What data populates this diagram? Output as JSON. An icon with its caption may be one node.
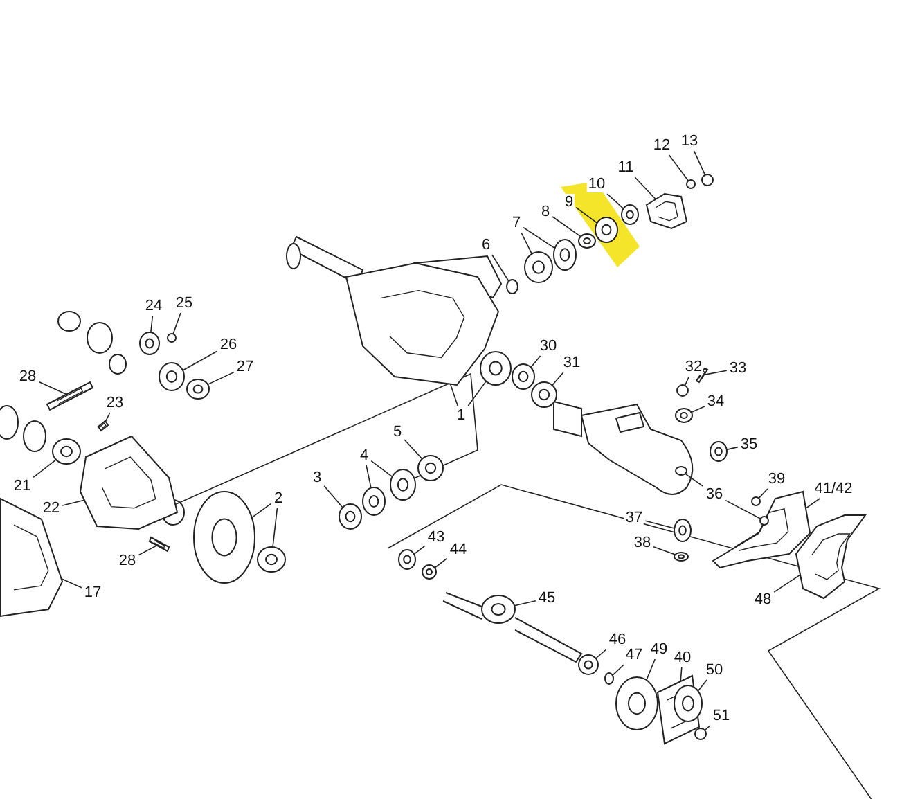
{
  "diagram": {
    "nodes": [
      {
        "text": [
          "13"
        ]
      },
      {
        "text": [
          "12"
        ]
      },
      {
        "text": [
          "11"
        ]
      },
      {
        "text": [
          "10"
        ]
      },
      {
        "text": [
          "9"
        ]
      },
      {
        "text": [
          "8"
        ]
      },
      {
        "text": [
          "7"
        ]
      },
      {
        "text": [
          "6"
        ]
      },
      {
        "text": [
          "24"
        ]
      },
      {
        "text": [
          "25"
        ]
      },
      {
        "text": [
          "26"
        ]
      },
      {
        "text": [
          "27"
        ]
      },
      {
        "text": [
          "28"
        ]
      },
      {
        "text": [
          "23"
        ]
      },
      {
        "text": [
          "30"
        ]
      },
      {
        "text": [
          "31"
        ]
      },
      {
        "text": [
          "32"
        ]
      },
      {
        "text": [
          "33"
        ]
      },
      {
        "text": [
          "34"
        ]
      },
      {
        "text": [
          "1"
        ]
      },
      {
        "text": [
          "5"
        ]
      },
      {
        "text": [
          "35"
        ]
      },
      {
        "text": [
          "4"
        ]
      },
      {
        "text": [
          "21"
        ]
      },
      {
        "text": [
          "22"
        ]
      },
      {
        "text": [
          "3"
        ]
      },
      {
        "text": [
          "2"
        ]
      },
      {
        "text": [
          "39"
        ]
      },
      {
        "text": [
          "41/42"
        ]
      },
      {
        "text": [
          "36"
        ]
      },
      {
        "text": [
          "37"
        ]
      },
      {
        "text": [
          "43"
        ]
      },
      {
        "text": [
          "38"
        ]
      },
      {
        "text": [
          "44"
        ]
      },
      {
        "text": [
          "28"
        ]
      },
      {
        "text": [
          "17"
        ]
      },
      {
        "text": [
          "45"
        ]
      },
      {
        "text": [
          "48"
        ]
      },
      {
        "text": [
          "46"
        ]
      },
      {
        "text": [
          "49"
        ]
      },
      {
        "text": [
          "47"
        ]
      },
      {
        "text": [
          "40"
        ]
      },
      {
        "text": [
          "50"
        ]
      },
      {
        "text": [
          "51"
        ]
      },
      {
        "text": [],
        "shape": "circle"
      },
      {
        "text": [],
        "shape": "circle"
      },
      {
        "text": [],
        "shape": "picture"
      },
      {
        "text": [],
        "shape": "circle"
      },
      {
        "text": [],
        "shape": "circle"
      },
      {
        "text": [],
        "shape": "circle"
      },
      {
        "text": [],
        "shape": "circle"
      },
      {
        "text": [],
        "shape": "circle"
      },
      {
        "text": [],
        "shape": "circle"
      },
      {
        "text": [],
        "shape": "circle"
      },
      {
        "text": [],
        "shape": "circle"
      },
      {
        "text": [],
        "shape": "circle"
      },
      {
        "text": [],
        "shape": "circle"
      },
      {
        "text": [],
        "shape": "picture"
      },
      {
        "text": [],
        "shape": "picture"
      },
      {
        "text": [],
        "shape": "circle"
      },
      {
        "text": [],
        "shape": "circle"
      },
      {
        "text": [],
        "shape": "circle"
      },
      {
        "text": [],
        "shape": "picture"
      },
      {
        "text": [],
        "shape": "circle"
      },
      {
        "text": [],
        "shape": "picture"
      },
      {
        "text": [],
        "shape": "circle"
      },
      {
        "text": [],
        "shape": "circle"
      },
      {
        "text": [],
        "shape": "circle"
      },
      {
        "text": [],
        "shape": "circle"
      },
      {
        "text": [],
        "shape": "circle"
      },
      {
        "text": [],
        "shape": "circle"
      },
      {
        "text": [],
        "shape": "picture"
      },
      {
        "text": [],
        "shape": "circle"
      },
      {
        "text": [],
        "shape": "circle"
      },
      {
        "text": [],
        "shape": "circle"
      },
      {
        "text": [],
        "shape": "circle"
      },
      {
        "text": [],
        "shape": "picture"
      },
      {
        "text": [],
        "shape": "circle"
      },
      {
        "text": [],
        "shape": "circle"
      },
      {
        "text": [],
        "shape": "circle"
      },
      {
        "text": [],
        "shape": "circle"
      },
      {
        "text": [],
        "shape": "circle"
      },
      {
        "text": [],
        "shape": "circle"
      },
      {
        "text": [],
        "shape": "picture"
      },
      {
        "text": [],
        "shape": "picture"
      },
      {
        "text": [],
        "shape": "circle"
      },
      {
        "text": [],
        "shape": "picture"
      },
      {
        "text": [],
        "shape": "circle"
      },
      {
        "text": [],
        "shape": "circle"
      },
      {
        "text": [],
        "shape": "circle"
      },
      {
        "text": [],
        "shape": "picture"
      },
      {
        "text": [],
        "shape": "circle"
      },
      {
        "text": [],
        "shape": "circle"
      }
    ],
    "edges": [
      {
        "from": 0,
        "to": 44,
        "arrow": "none"
      },
      {
        "from": 1,
        "to": 45,
        "arrow": "none"
      },
      {
        "from": 2,
        "to": 46,
        "arrow": "none"
      },
      {
        "from": 3,
        "to": 47,
        "arrow": "none"
      },
      {
        "from": 4,
        "to": 48,
        "arrow": "none"
      },
      {
        "from": 5,
        "to": 49,
        "arrow": "none"
      },
      {
        "from": 6,
        "to": 50,
        "arrow": "none"
      },
      {
        "from": 6,
        "to": 51,
        "arrow": "none"
      },
      {
        "from": 7,
        "to": 52,
        "arrow": "none"
      },
      {
        "from": 8,
        "to": 53,
        "arrow": "none"
      },
      {
        "from": 9,
        "to": 54,
        "arrow": "none"
      },
      {
        "from": 10,
        "to": 55,
        "arrow": "none"
      },
      {
        "from": 11,
        "to": 56,
        "arrow": "none"
      },
      {
        "from": 12,
        "to": 57,
        "arrow": "none"
      },
      {
        "from": 13,
        "to": 58,
        "arrow": "none"
      },
      {
        "from": 14,
        "to": 59,
        "arrow": "none"
      },
      {
        "from": 15,
        "to": 60,
        "arrow": "none"
      },
      {
        "from": 16,
        "to": 61,
        "arrow": "none"
      },
      {
        "from": 17,
        "to": 62,
        "arrow": "none"
      },
      {
        "from": 18,
        "to": 63,
        "arrow": "none"
      },
      {
        "from": 19,
        "to": 64,
        "arrow": "none"
      },
      {
        "from": 19,
        "to": 65,
        "arrow": "none"
      },
      {
        "from": 20,
        "to": 66,
        "arrow": "none"
      },
      {
        "from": 21,
        "to": 67,
        "arrow": "none"
      },
      {
        "from": 22,
        "to": 68,
        "arrow": "none"
      },
      {
        "from": 22,
        "to": 69,
        "arrow": "none"
      },
      {
        "from": 23,
        "to": 70,
        "arrow": "none"
      },
      {
        "from": 24,
        "to": 71,
        "arrow": "none"
      },
      {
        "from": 25,
        "to": 72,
        "arrow": "none"
      },
      {
        "from": 26,
        "to": 73,
        "arrow": "none"
      },
      {
        "from": 26,
        "to": 74,
        "arrow": "none"
      },
      {
        "from": 27,
        "to": 75,
        "arrow": "none"
      },
      {
        "from": 28,
        "to": 76,
        "arrow": "none"
      },
      {
        "from": 29,
        "to": 77,
        "arrow": "none"
      },
      {
        "from": 29,
        "to": 78,
        "arrow": "none"
      },
      {
        "from": 30,
        "to": 79,
        "arrow": "none"
      },
      {
        "from": 31,
        "to": 80,
        "arrow": "none"
      },
      {
        "from": 32,
        "to": 81,
        "arrow": "none"
      },
      {
        "from": 33,
        "to": 82,
        "arrow": "none"
      },
      {
        "from": 34,
        "to": 83,
        "arrow": "none"
      },
      {
        "from": 35,
        "to": 84,
        "arrow": "none"
      },
      {
        "from": 36,
        "to": 85,
        "arrow": "none"
      },
      {
        "from": 37,
        "to": 86,
        "arrow": "none"
      },
      {
        "from": 38,
        "to": 87,
        "arrow": "none"
      },
      {
        "from": 39,
        "to": 88,
        "arrow": "none"
      },
      {
        "from": 40,
        "to": 89,
        "arrow": "none"
      },
      {
        "from": 41,
        "to": 90,
        "arrow": "none"
      },
      {
        "from": 42,
        "to": 91,
        "arrow": "none"
      },
      {
        "from": 43,
        "to": 92,
        "arrow": "none"
      }
    ]
  }
}
